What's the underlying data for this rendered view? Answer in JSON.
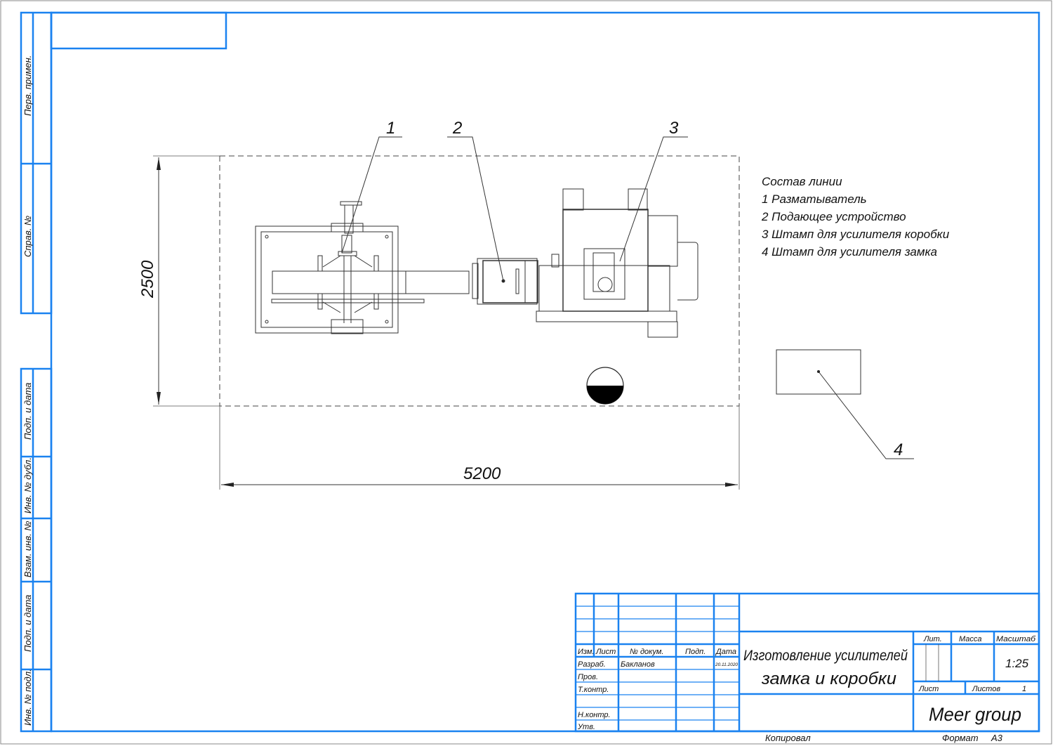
{
  "side_stamps": [
    "Перв. примен.",
    "Справ. №",
    "Подп. и дата",
    "Инв. № дубл.",
    "Взам. инв. №",
    "Подп. и дата",
    "Инв. № подл."
  ],
  "callouts": [
    "1",
    "2",
    "3",
    "4"
  ],
  "dimensions": {
    "height": "2500",
    "width": "5200"
  },
  "legend": {
    "title": "Состав линии",
    "items": [
      "1 Разматыватель",
      "2 Подающее устройство",
      "3 Штамп для усилителя коробки",
      "4 Штамп для усилителя замка"
    ]
  },
  "title_block": {
    "headers": {
      "izm": "Изм.",
      "list": "Лист",
      "doc": "№ докум.",
      "sign": "Подп.",
      "date": "Дата"
    },
    "roles": [
      "Разраб.",
      "Пров.",
      "Т.контр.",
      "Н.контр.",
      "Утв."
    ],
    "developer": "Бакланов",
    "dev_date": "20.11.2020",
    "title_line1": "Изготовление усилителей",
    "title_line2": "замка и коробки",
    "lit_label": "Лит.",
    "mass_label": "Масса",
    "scale_label": "Масштаб",
    "scale": "1:25",
    "sheet_label": "Лист",
    "sheets_label": "Листов",
    "sheets": "1",
    "company": "Meer group",
    "copied": "Копировал",
    "format_label": "Формат",
    "format": "A3"
  }
}
